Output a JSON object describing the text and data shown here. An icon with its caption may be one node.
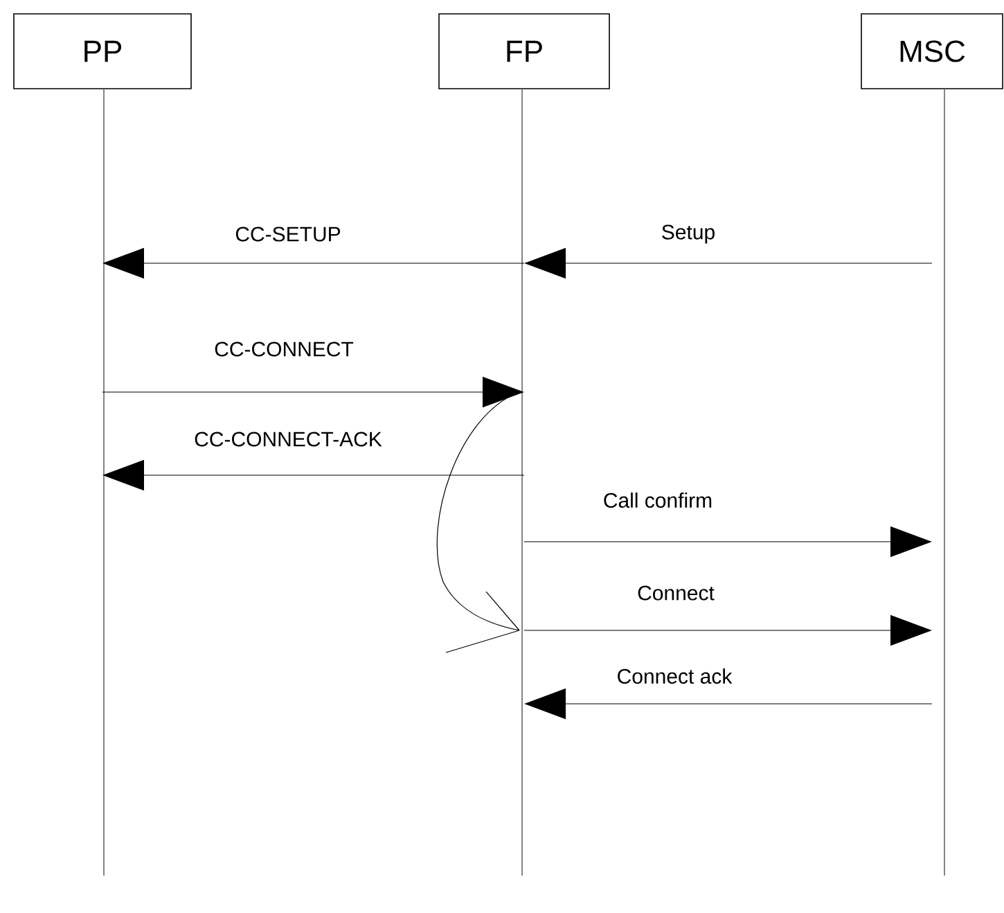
{
  "diagram": {
    "nodes": [
      {
        "text": [
          "PP"
        ]
      },
      {
        "text": [
          "FP"
        ]
      },
      {
        "text": [
          "MSC"
        ]
      }
    ],
    "edges": [
      {
        "from": 2,
        "to": 1,
        "arrow": "to",
        "label": "Setup"
      },
      {
        "from": 1,
        "to": 0,
        "arrow": "to",
        "label": "CC-SETUP"
      },
      {
        "from": 0,
        "to": 1,
        "arrow": "to",
        "label": "CC-CONNECT"
      },
      {
        "from": 1,
        "to": 0,
        "arrow": "to",
        "label": "CC-CONNECT-ACK"
      },
      {
        "from": 1,
        "to": 2,
        "arrow": "to",
        "label": "Call confirm"
      },
      {
        "from": 1,
        "to": 2,
        "arrow": "to",
        "label": "Connect"
      },
      {
        "from": 2,
        "to": 1,
        "arrow": "to",
        "label": "Connect ack"
      }
    ]
  }
}
